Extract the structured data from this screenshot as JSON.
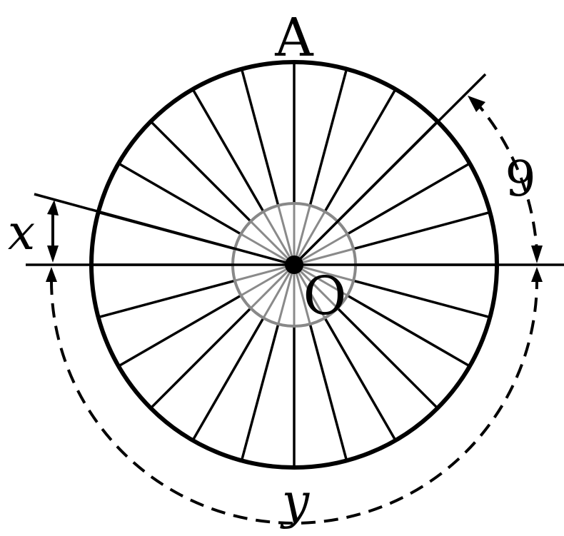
{
  "labels": {
    "top_point": "A",
    "center_point": "O",
    "arc_top_right": "9",
    "arc_left_small": "x",
    "arc_bottom": "y"
  },
  "wheel": {
    "spoke_count": 24
  },
  "colors": {
    "stroke": "#000000",
    "inner_circle": "#888888",
    "background": "#ffffff"
  }
}
